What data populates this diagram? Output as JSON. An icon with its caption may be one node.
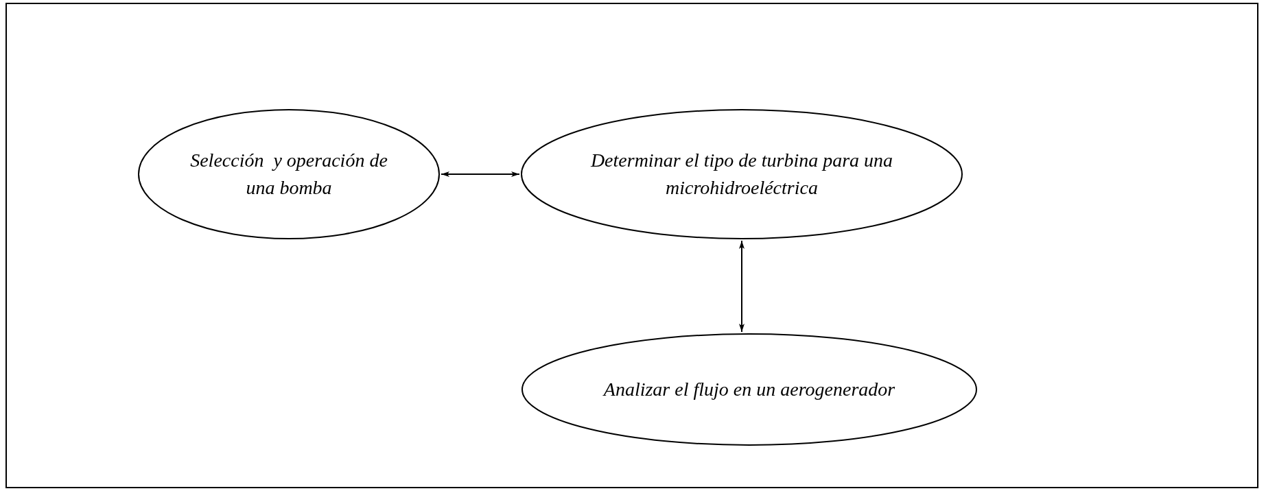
{
  "diagram": {
    "nodes": [
      {
        "text": [
          "Selección  y operación de una bomba"
        ]
      },
      {
        "text": [
          "Determinar el tipo de turbina para una microhidroeléctrica"
        ]
      },
      {
        "text": [
          "Analizar el flujo en un aerogenerador"
        ]
      }
    ],
    "edges": [
      {
        "from": 0,
        "to": 1,
        "arrow": "both"
      },
      {
        "from": 1,
        "to": 2,
        "arrow": "both"
      }
    ]
  }
}
